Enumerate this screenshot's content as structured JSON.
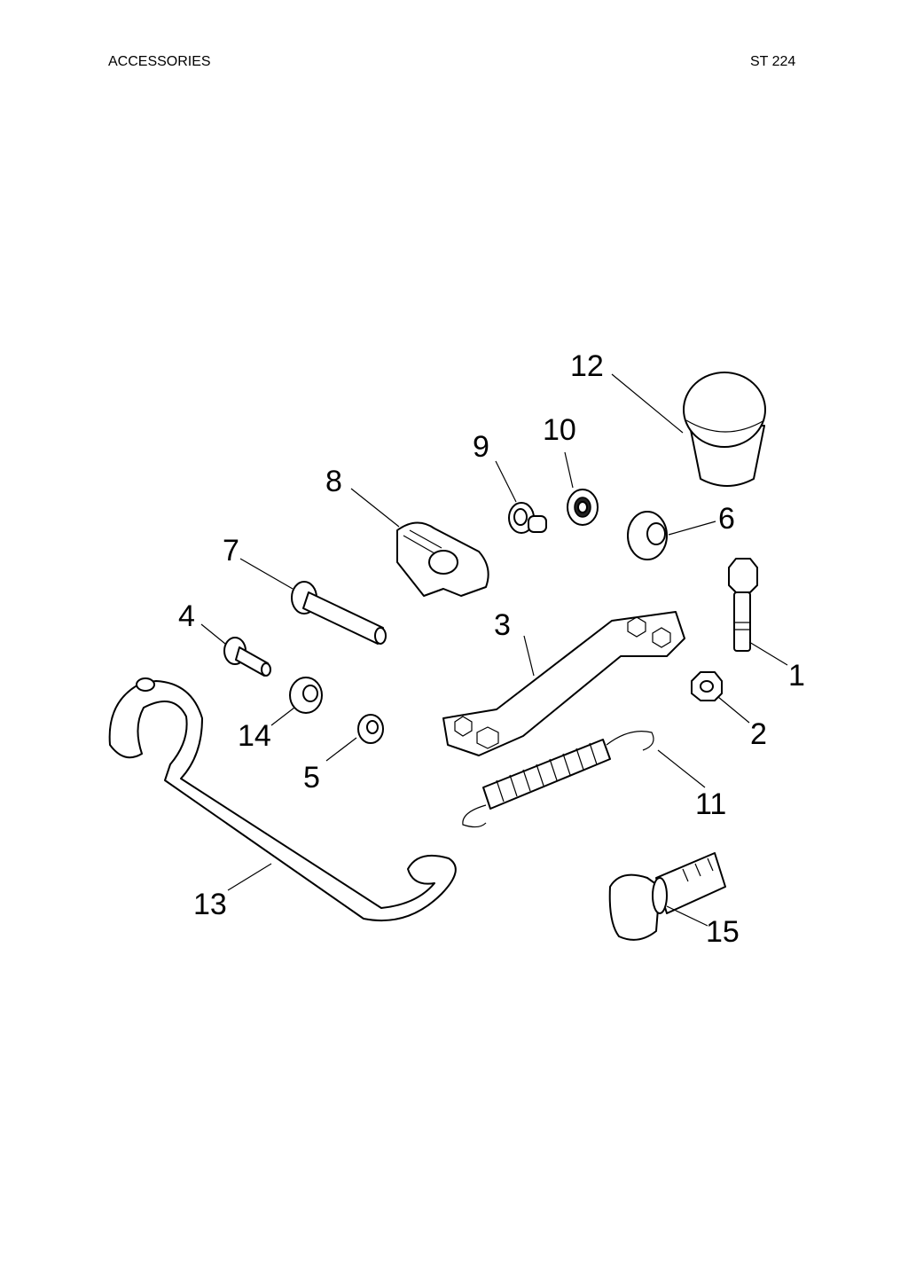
{
  "header": {
    "section_title": "ACCESSORIES",
    "model": "ST 224"
  },
  "callouts": [
    "1",
    "2",
    "3",
    "4",
    "5",
    "6",
    "7",
    "8",
    "9",
    "10",
    "11",
    "12",
    "13",
    "14",
    "15"
  ]
}
